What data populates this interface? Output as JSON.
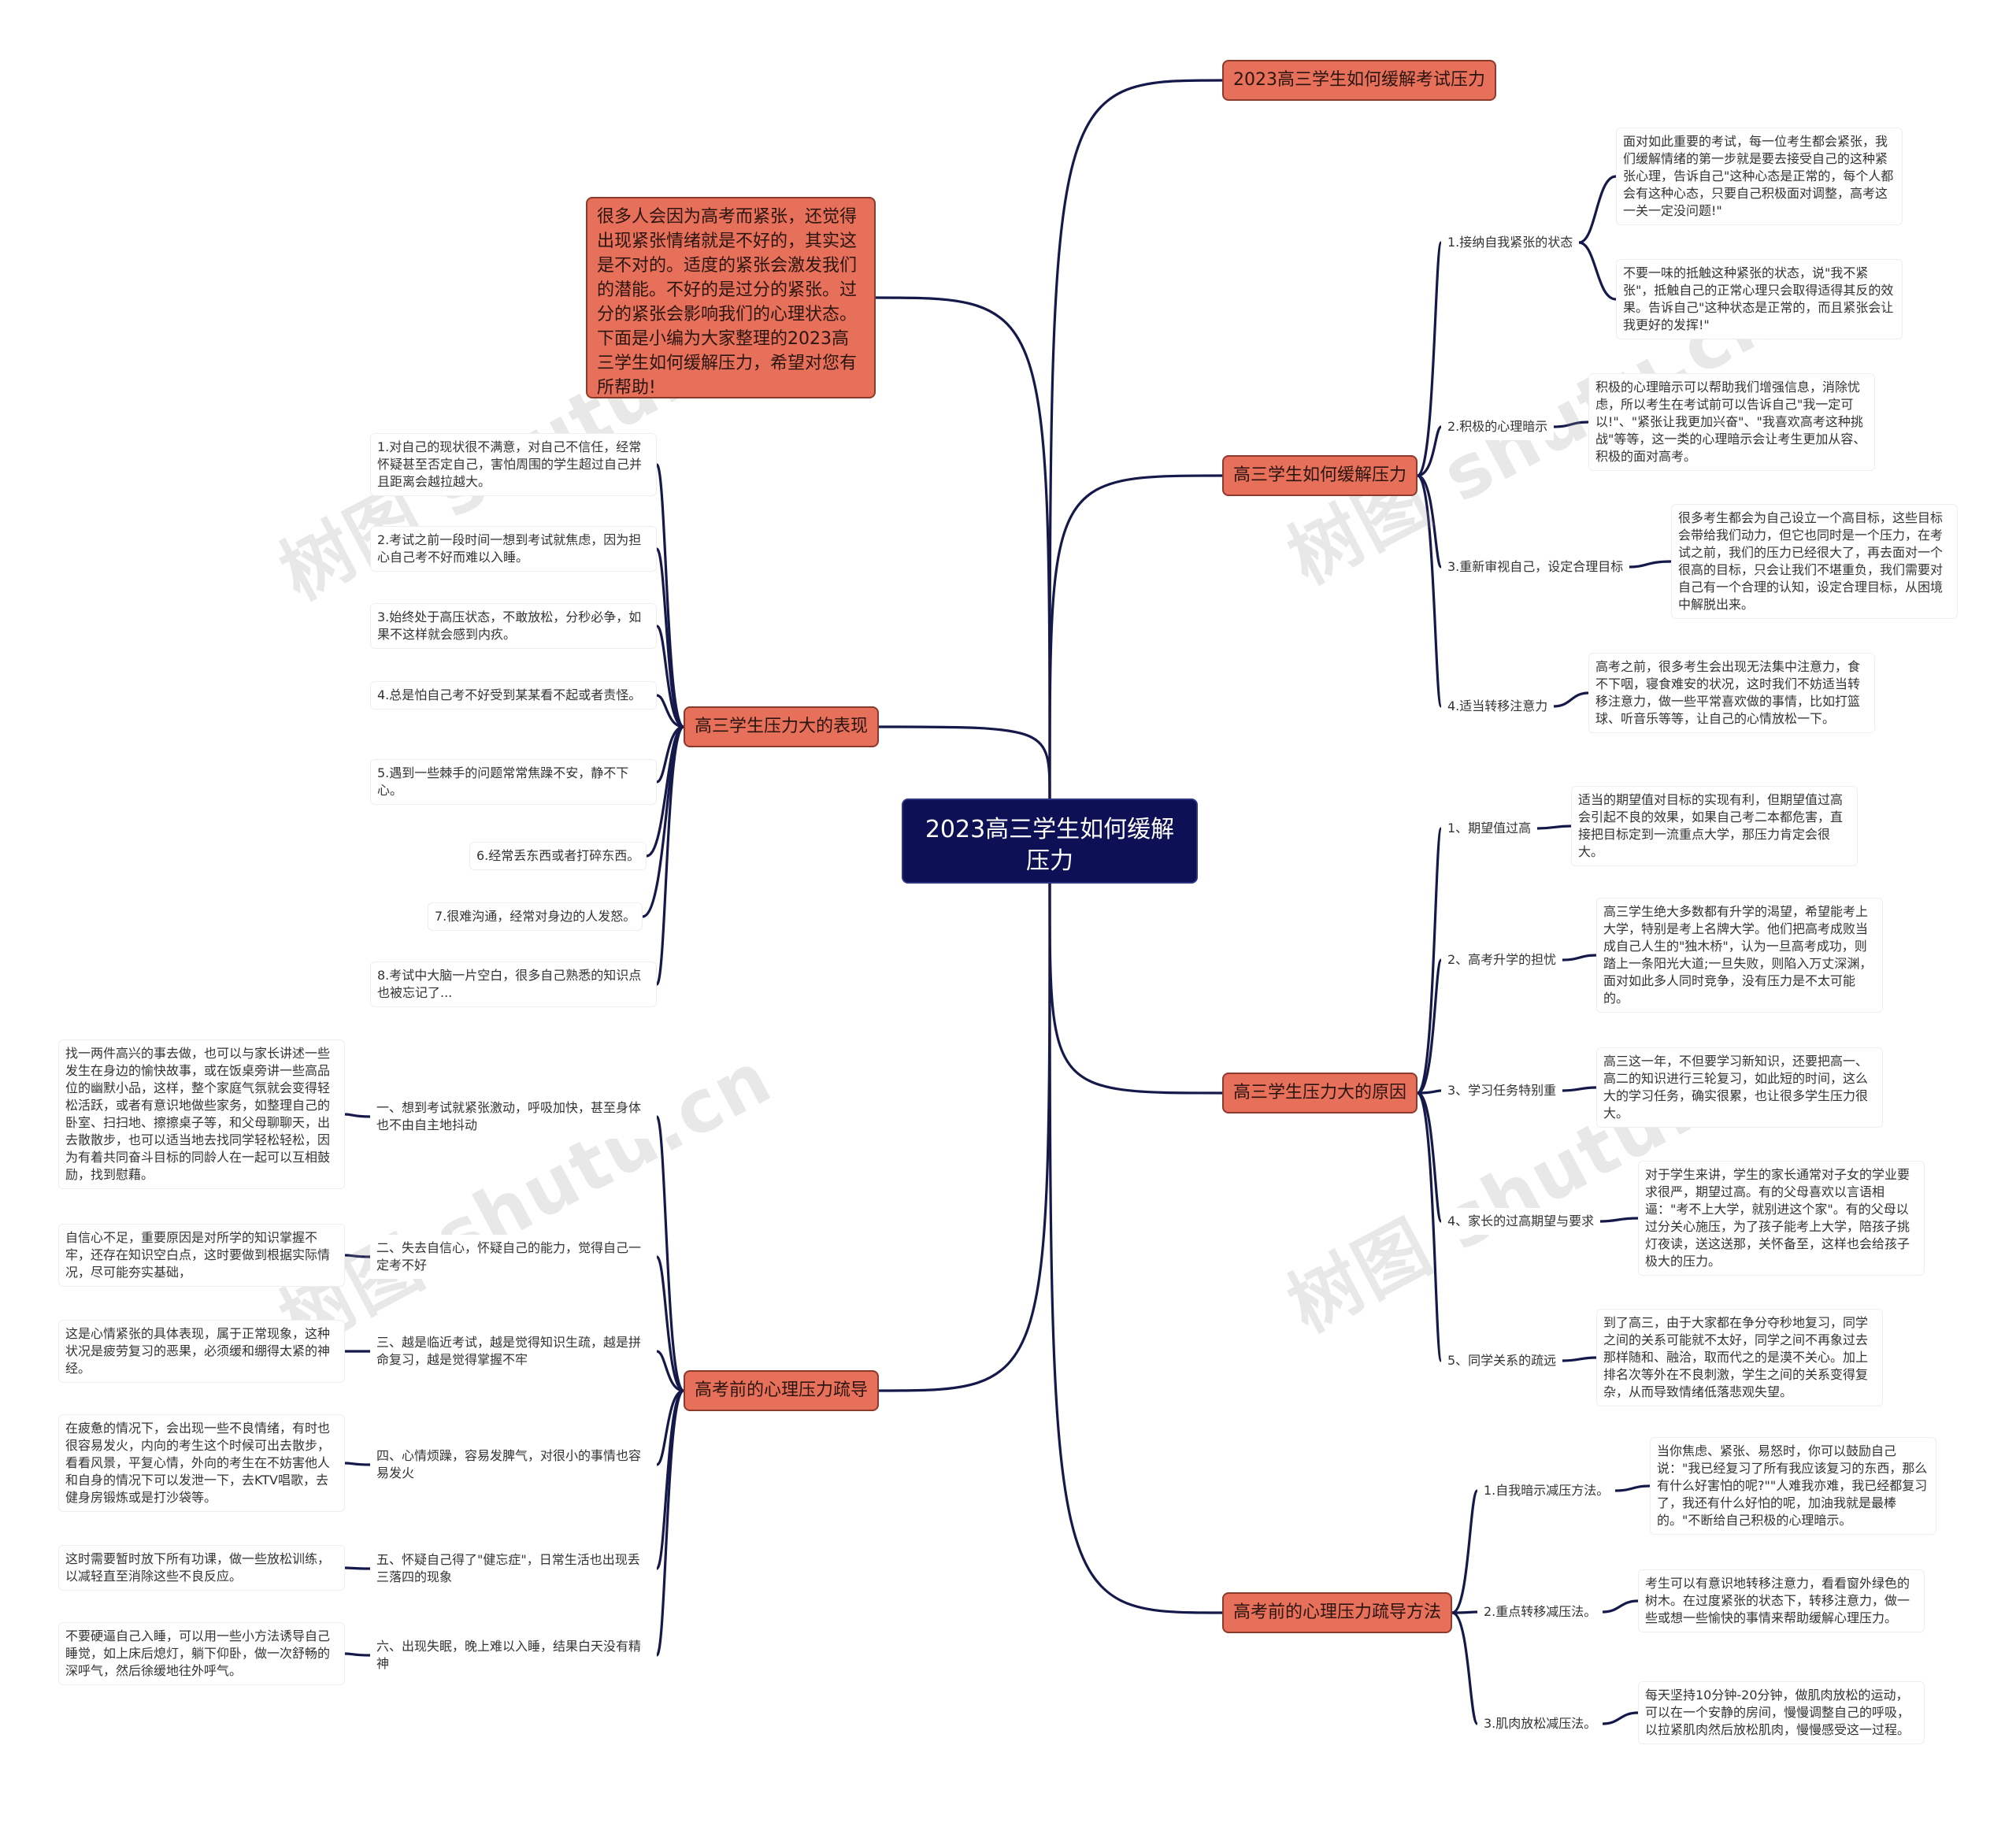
{
  "root": "2023高三学生如何缓解压力",
  "intro": "很多人会因为高考而紧张，还觉得出现紧张情绪就是不好的，其实这是不对的。适度的紧张会激发我们的潜能。不好的是过分的紧张。过分的紧张会影响我们的心理状态。下面是小编为大家整理的2023高三学生如何缓解压力，希望对您有所帮助!",
  "watermark": "树图 shutu.cn",
  "branches": {
    "exam": "2023高三学生如何缓解考试压力",
    "relieve": {
      "title": "高三学生如何缓解压力",
      "items": [
        {
          "label": "1.接纳自我紧张的状态",
          "leaves": [
            "面对如此重要的考试，每一位考生都会紧张，我们缓解情绪的第一步就是要去接受自己的这种紧张心理，告诉自己\"这种心态是正常的，每个人都会有这种心态，只要自己积极面对调整，高考这一关一定没问题!\"",
            "不要一味的抵触这种紧张的状态，说\"我不紧张\"，抵触自己的正常心理只会取得适得其反的效果。告诉自己\"这种状态是正常的，而且紧张会让我更好的发挥!\""
          ]
        },
        {
          "label": "2.积极的心理暗示",
          "leaves": [
            "积极的心理暗示可以帮助我们增强信息，消除忧虑，所以考生在考试前可以告诉自己\"我一定可以!\"、\"紧张让我更加兴奋\"、\"我喜欢高考这种挑战\"等等，这一类的心理暗示会让考生更加从容、积极的面对高考。"
          ]
        },
        {
          "label": "3.重新审视自己，设定合理目标",
          "leaves": [
            "很多考生都会为自己设立一个高目标，这些目标会带给我们动力，但它也同时是一个压力，在考试之前，我们的压力已经很大了，再去面对一个很高的目标，只会让我们不堪重负，我们需要对自己有一个合理的认知，设定合理目标，从困境中解脱出来。"
          ]
        },
        {
          "label": "4.适当转移注意力",
          "leaves": [
            "高考之前，很多考生会出现无法集中注意力，食不下咽，寝食难安的状况，这时我们不妨适当转移注意力，做一些平常喜欢做的事情，比如打篮球、听音乐等等，让自己的心情放松一下。"
          ]
        }
      ]
    },
    "reasons": {
      "title": "高三学生压力大的原因",
      "items": [
        {
          "label": "1、期望值过高",
          "leaves": [
            "适当的期望值对目标的实现有利，但期望值过高会引起不良的效果，如果自己考二本都危害，直接把目标定到一流重点大学，那压力肯定会很大。"
          ]
        },
        {
          "label": "2、高考升学的担忧",
          "leaves": [
            "高三学生绝大多数都有升学的渴望，希望能考上大学，特别是考上名牌大学。他们把高考成败当成自己人生的\"独木桥\"，认为一旦高考成功，则踏上一条阳光大道;一旦失败，则陷入万丈深渊，面对如此多人同时竞争，没有压力是不太可能的。"
          ]
        },
        {
          "label": "3、学习任务特别重",
          "leaves": [
            "高三这一年，不但要学习新知识，还要把高一、高二的知识进行三轮复习，如此短的时间，这么大的学习任务，确实很累，也让很多学生压力很大。"
          ]
        },
        {
          "label": "4、家长的过高期望与要求",
          "leaves": [
            "对于学生来讲，学生的家长通常对子女的学业要求很严，期望过高。有的父母喜欢以言语相逼：\"考不上大学，就别进这个家\"。有的父母以过分关心施压，为了孩子能考上大学，陪孩子挑灯夜读，送这送那，关怀备至，这样也会给孩子极大的压力。"
          ]
        },
        {
          "label": "5、同学关系的疏远",
          "leaves": [
            "到了高三，由于大家都在争分夺秒地复习，同学之间的关系可能就不太好，同学之间不再象过去那样随和、融洽，取而代之的是漠不关心。加上排名次等外在不良刺激，学生之间的关系变得复杂，从而导致情绪低落悲观失望。"
          ]
        }
      ]
    },
    "methods": {
      "title": "高考前的心理压力疏导方法",
      "items": [
        {
          "label": "1.自我暗示减压方法。",
          "leaves": [
            "当你焦虑、紧张、易怒时，你可以鼓励自己说：\"我已经复习了所有我应该复习的东西，那么有什么好害怕的呢?\"\"人难我亦难，我已经都复习了，我还有什么好怕的呢，加油我就是最棒的。\"不断给自己积极的心理暗示。"
          ]
        },
        {
          "label": "2.重点转移减压法。",
          "leaves": [
            "考生可以有意识地转移注意力，看看窗外绿色的树木。在过度紧张的状态下，转移注意力，做一些或想一些愉快的事情来帮助缓解心理压力。"
          ]
        },
        {
          "label": "3.肌肉放松减压法。",
          "leaves": [
            "每天坚持10分钟-20分钟，做肌肉放松的运动，可以在一个安静的房间，慢慢调整自己的呼吸，以拉紧肌肉然后放松肌肉，慢慢感受这一过程。"
          ]
        }
      ]
    },
    "symptoms": {
      "title": "高三学生压力大的表现",
      "items": [
        "1.对自己的现状很不满意，对自己不信任，经常怀疑甚至否定自己，害怕周围的学生超过自己并且距离会越拉越大。",
        "2.考试之前一段时间一想到考试就焦虑，因为担心自己考不好而难以入睡。",
        "3.始终处于高压状态，不敢放松，分秒必争，如果不这样就会感到内疚。",
        "4.总是怕自己考不好受到某某看不起或者责怪。",
        "5.遇到一些棘手的问题常常焦躁不安，静不下心。",
        "6.经常丢东西或者打碎东西。",
        "7.很难沟通，经常对身边的人发怒。",
        "8.考试中大脑一片空白，很多自己熟悉的知识点也被忘记了..."
      ]
    },
    "pressure": {
      "title": "高考前的心理压力疏导",
      "items": [
        {
          "label": "一、想到考试就紧张激动，呼吸加快，甚至身体也不由自主地抖动",
          "leaves": [
            "找一两件高兴的事去做，也可以与家长讲述一些发生在身边的愉快故事，或在饭桌旁讲一些高品位的幽默小品，这样，整个家庭气氛就会变得轻松活跃，或者有意识地做些家务，如整理自己的卧室、扫扫地、擦擦桌子等，和父母聊聊天，出去散散步，也可以适当地去找同学轻松轻松，因为有着共同奋斗目标的同龄人在一起可以互相鼓励，找到慰藉。"
          ]
        },
        {
          "label": "二、失去自信心，怀疑自己的能力，觉得自己一定考不好",
          "leaves": [
            "自信心不足，重要原因是对所学的知识掌握不牢，还存在知识空白点，这时要做到根据实际情况，尽可能夯实基础，"
          ]
        },
        {
          "label": "三、越是临近考试，越是觉得知识生疏，越是拼命复习，越是觉得掌握不牢",
          "leaves": [
            "这是心情紧张的具体表现，属于正常现象，这种状况是疲劳复习的恶果，必须缓和绷得太紧的神经。"
          ]
        },
        {
          "label": "四、心情烦躁，容易发脾气，对很小的事情也容易发火",
          "leaves": [
            "在疲惫的情况下，会出现一些不良情绪，有时也很容易发火，内向的考生这个时候可出去散步，看看风景，平复心情，外向的考生在不妨害他人和自身的情况下可以发泄一下，去KTV唱歌，去健身房锻炼或是打沙袋等。"
          ]
        },
        {
          "label": "五、怀疑自己得了\"健忘症\"，日常生活也出现丢三落四的现象",
          "leaves": [
            "这时需要暂时放下所有功课，做一些放松训练，以减轻直至消除这些不良反应。"
          ]
        },
        {
          "label": "六、出现失眠，晚上难以入睡，结果白天没有精神",
          "leaves": [
            "不要硬逼自己入睡，可以用一些小方法诱导自己睡觉，如上床后熄灯，躺下仰卧，做一次舒畅的深呼气，然后徐缓地往外呼气。"
          ]
        }
      ]
    }
  }
}
